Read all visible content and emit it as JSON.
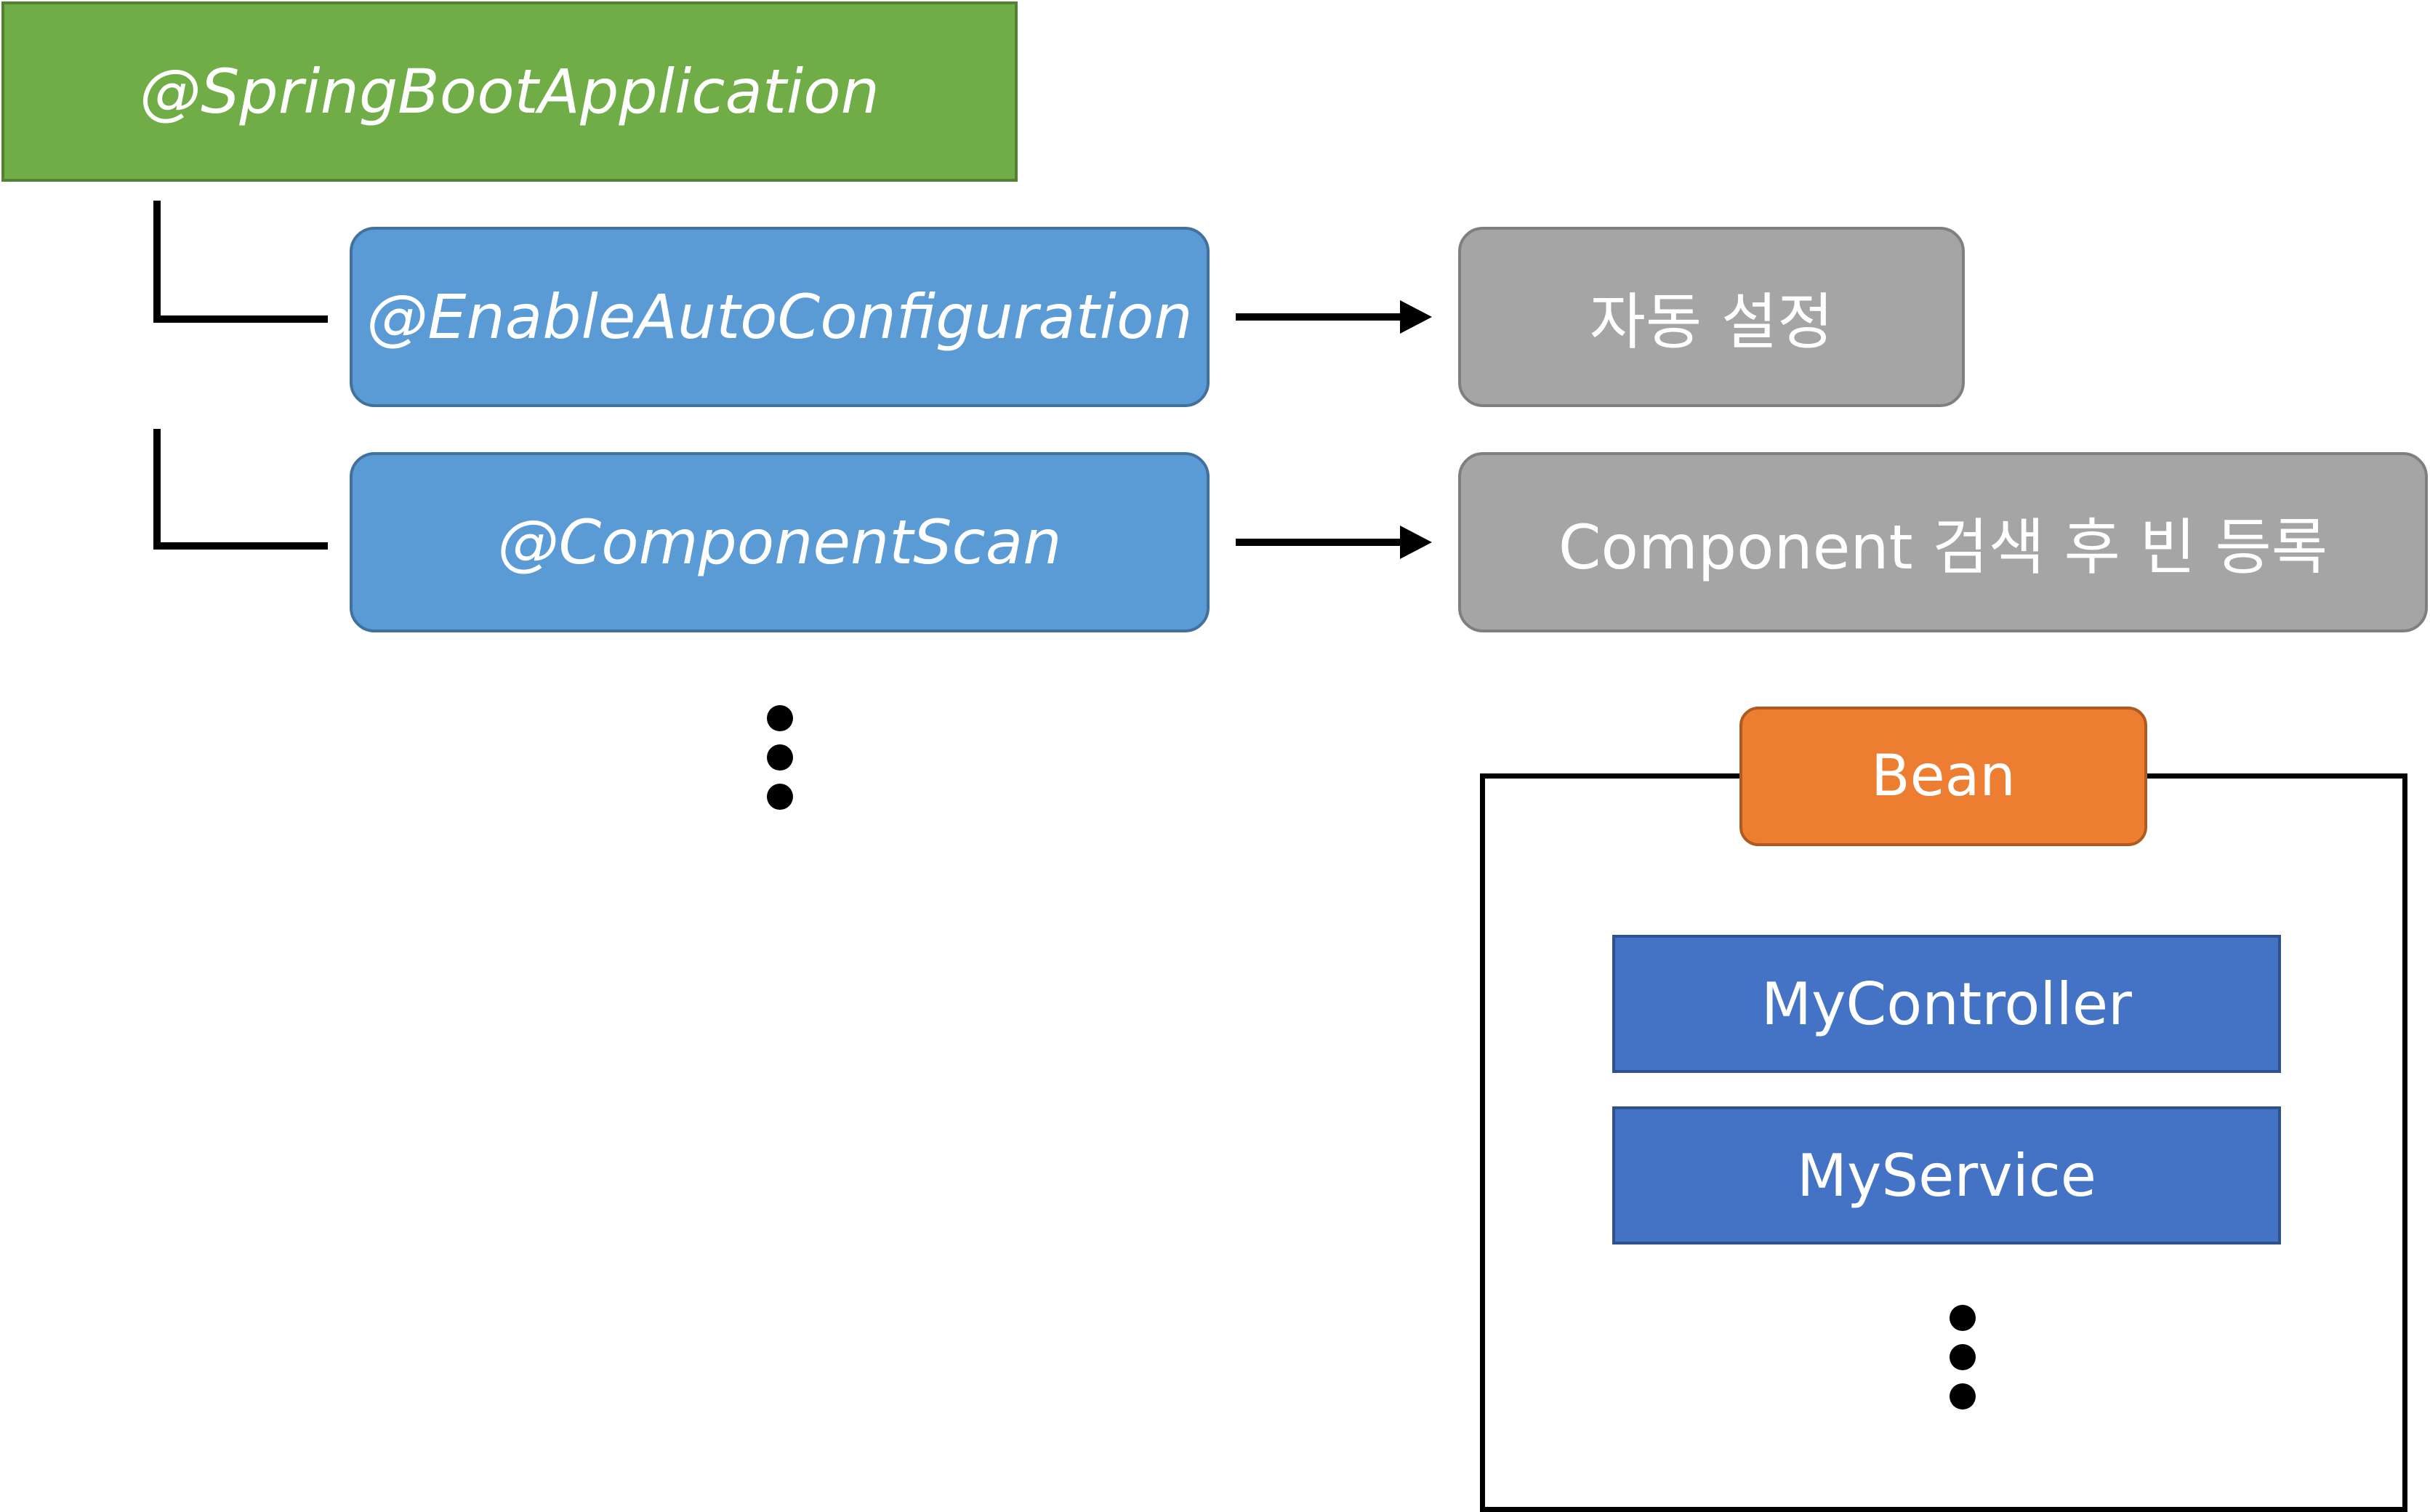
{
  "root": {
    "label": "@SpringBootApplication"
  },
  "annotations": [
    {
      "label": "@EnableAutoConfiguration",
      "result": "자동 설정"
    },
    {
      "label": "@ComponentScan",
      "result": "Component 검색 후 빈 등록"
    }
  ],
  "bean_container": {
    "title": "Bean",
    "items": [
      "MyController",
      "MyService"
    ]
  },
  "colors": {
    "root_fill": "#70ad47",
    "annotation_fill": "#5b9bd5",
    "result_fill": "#a5a5a5",
    "bean_label_fill": "#ed7d31",
    "bean_item_fill": "#4472c4"
  }
}
